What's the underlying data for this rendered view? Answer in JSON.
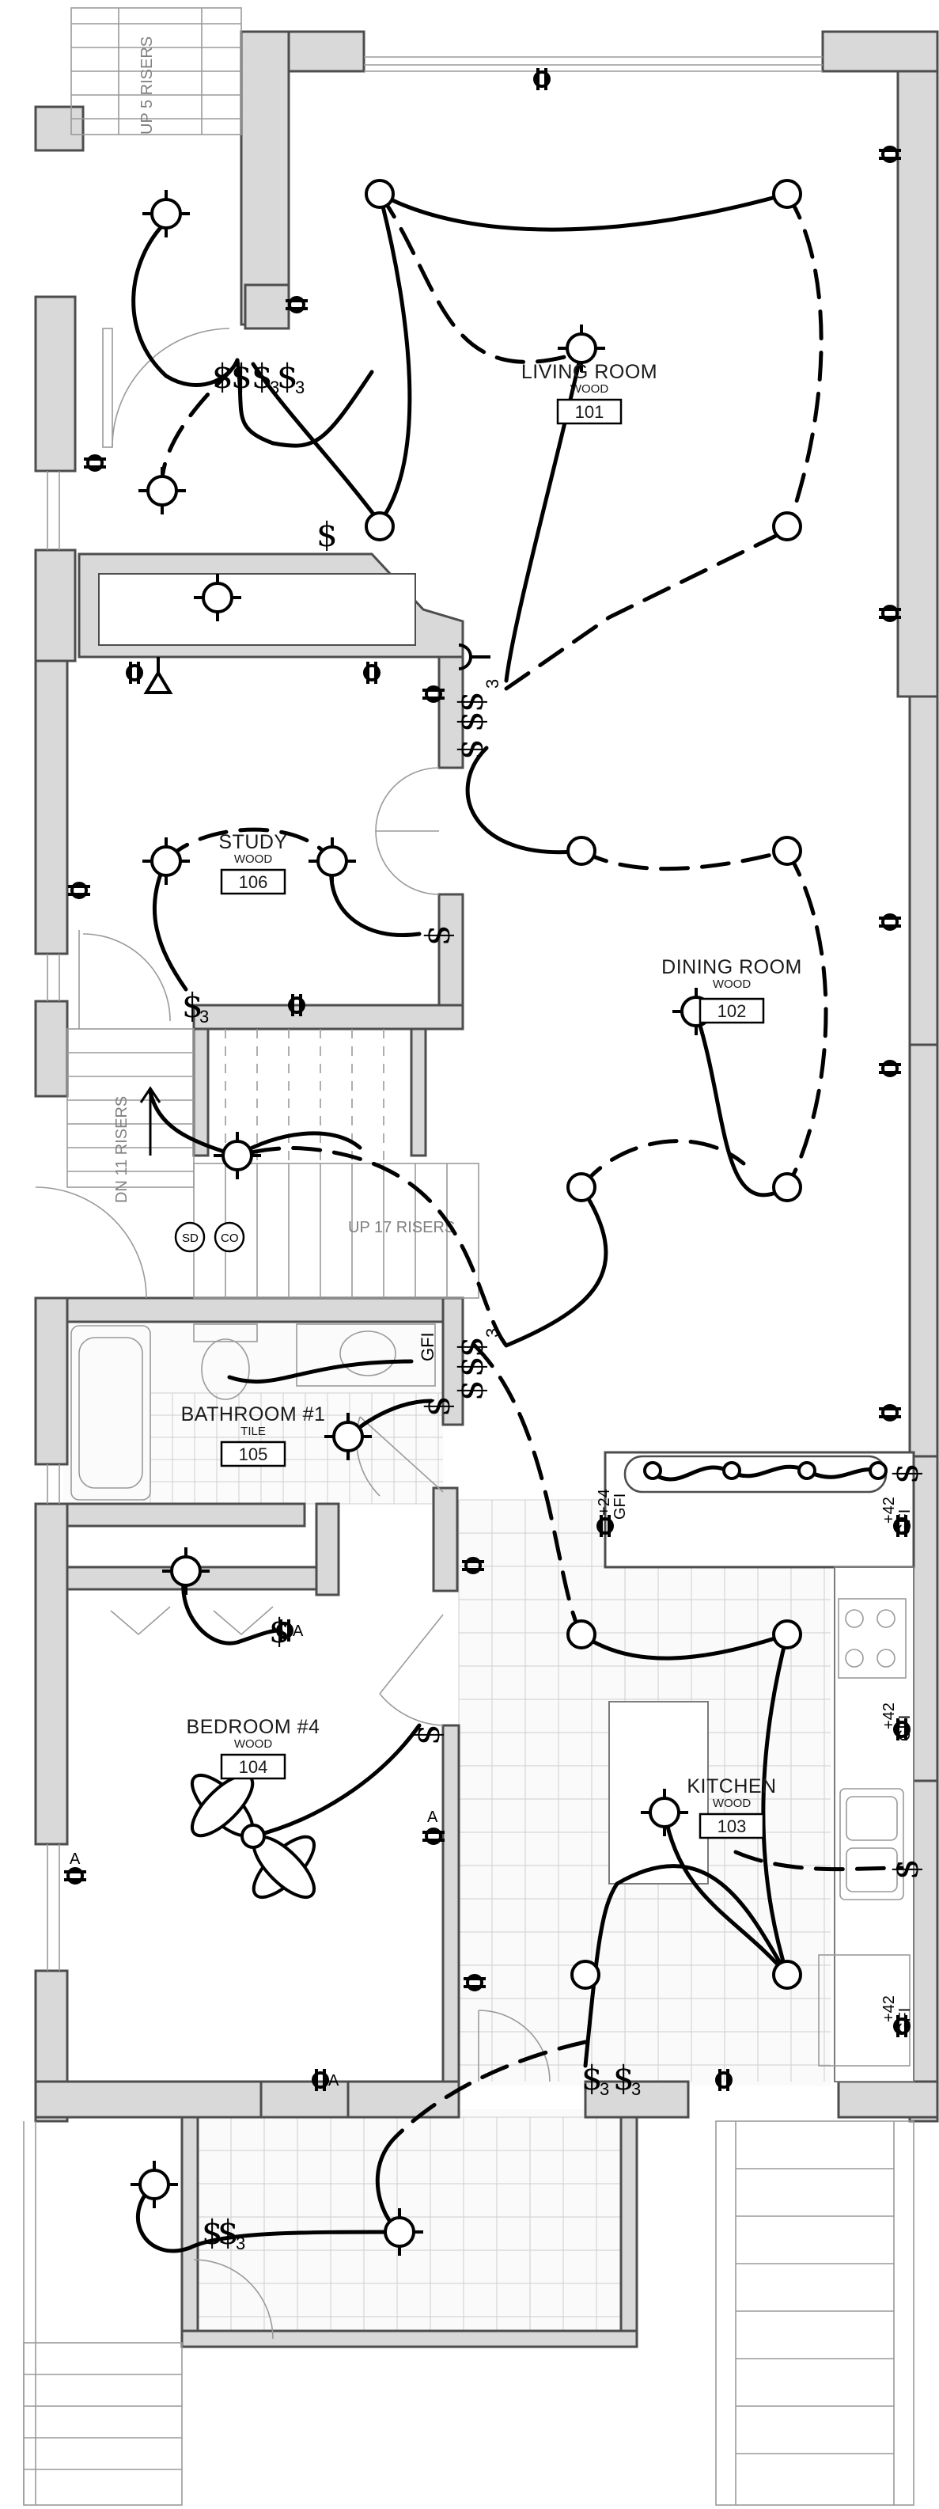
{
  "rooms": {
    "living": {
      "name": "LIVING ROOM",
      "finish": "WOOD",
      "number": "101"
    },
    "dining": {
      "name": "DINING ROOM",
      "finish": "WOOD",
      "number": "102"
    },
    "kitchen": {
      "name": "KITCHEN",
      "finish": "WOOD",
      "number": "103"
    },
    "bedroom": {
      "name": "BEDROOM #4",
      "finish": "WOOD",
      "number": "104"
    },
    "bathroom": {
      "name": "BATHROOM #1",
      "finish": "TILE",
      "number": "105"
    },
    "study": {
      "name": "STUDY",
      "finish": "WOOD",
      "number": "106"
    }
  },
  "stairs": {
    "up5": "UP 5 RISERS",
    "dn11": "DN 11 RISERS",
    "up17": "UP 17 RISERS"
  },
  "devices": {
    "switch": "$",
    "three_way": "3",
    "gfi": "GFI",
    "plus24": "+24",
    "plus42": "+42",
    "a": "A",
    "smoke": "SD",
    "co": "CO"
  },
  "colors": {
    "wall_fill": "#d9d9d9",
    "wall_stroke": "#4d4d4d",
    "wiring": "#000000"
  }
}
